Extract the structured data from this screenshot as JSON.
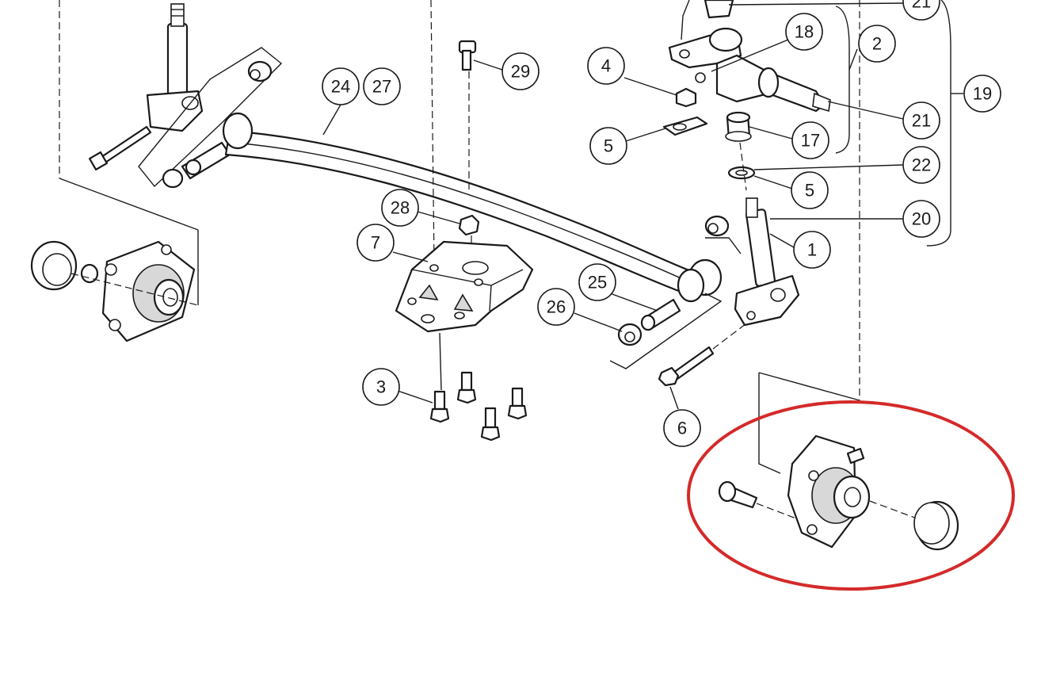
{
  "colors": {
    "line": "#1a1a1a",
    "background": "#ffffff",
    "highlight": "#d42a2a"
  },
  "callouts": {
    "c21_top": "21",
    "c18": "18",
    "c2": "2",
    "c19": "19",
    "c21_mid": "21",
    "c17": "17",
    "c22": "22",
    "c5_right": "5",
    "c20": "20",
    "c1": "1",
    "c4": "4",
    "c5_left": "5",
    "c29": "29",
    "c24": "24",
    "c27": "27",
    "c28": "28",
    "c7": "7",
    "c25": "25",
    "c26": "26",
    "c3": "3",
    "c6": "6"
  }
}
